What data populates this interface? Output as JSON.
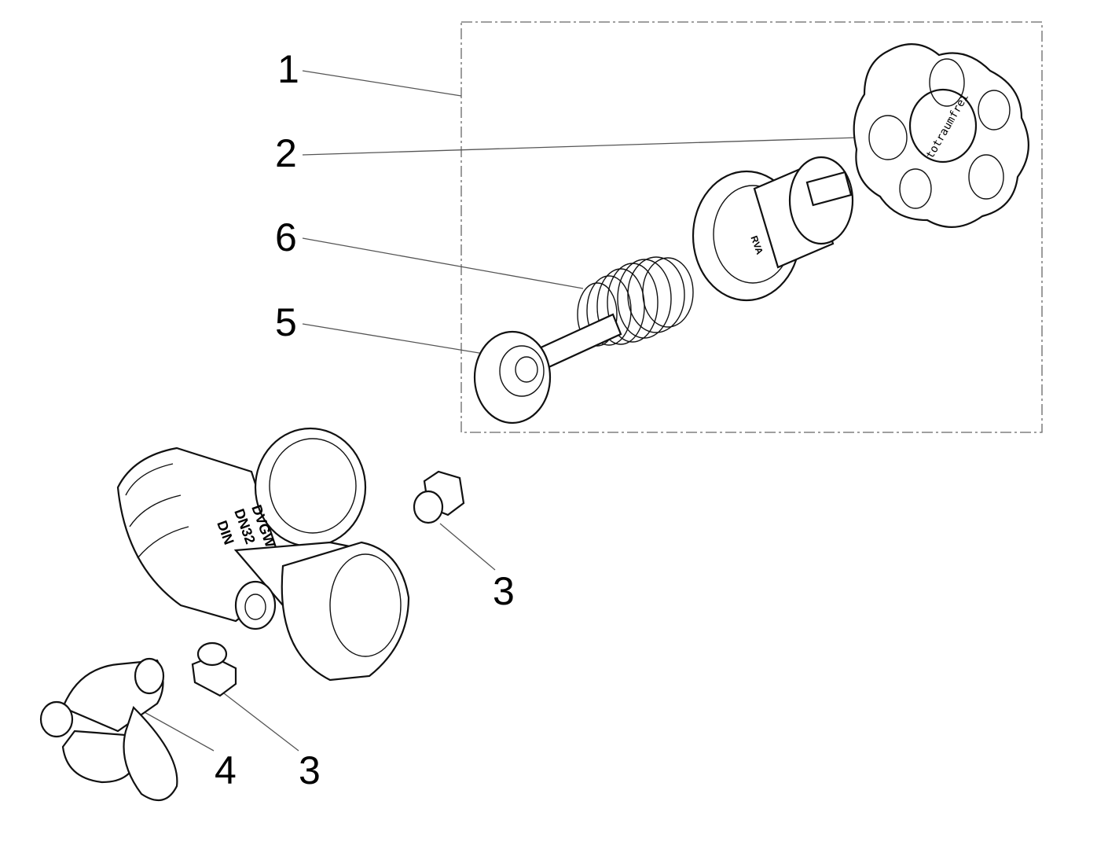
{
  "diagram": {
    "type": "exploded-view",
    "callouts": [
      {
        "id": "c1",
        "label": "1"
      },
      {
        "id": "c2",
        "label": "2"
      },
      {
        "id": "c6",
        "label": "6"
      },
      {
        "id": "c5",
        "label": "5"
      },
      {
        "id": "c3a",
        "label": "3"
      },
      {
        "id": "c3b",
        "label": "3"
      },
      {
        "id": "c4",
        "label": "4"
      }
    ],
    "markings": {
      "handwheel": "totraumfrei",
      "body_1": "DVGW",
      "body_2": "DN32",
      "body_3": "DIN",
      "bonnet": "RVA"
    },
    "line_color": "#111111"
  }
}
